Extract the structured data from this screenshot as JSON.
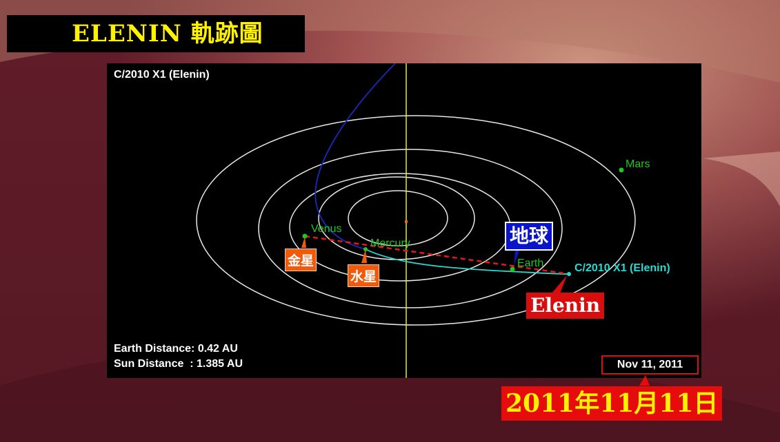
{
  "title": "ELENIN 軌跡圖",
  "panel": {
    "heading": "C/2010 X1 (Elenin)",
    "earth_distance": "Earth Distance: 0.42 AU",
    "sun_distance": "Sun Distance  : 1.385 AU",
    "date": "Nov 11, 2011"
  },
  "planets": {
    "venus": "Venus",
    "mercury": "Mercury",
    "earth": "Earth",
    "mars": "Mars"
  },
  "comet_label": "C/2010 X1 (Elenin)",
  "callouts": {
    "venus_zh": "金星",
    "mercury_zh": "水星",
    "earth_zh": "地球",
    "elenin": "Elenin",
    "date_zh": "2011年11月11日"
  },
  "colors": {
    "title_text": "#fff200",
    "planet_green": "#1ec81e",
    "comet_cyan": "#2ad9d0",
    "comet_path_blue": "#1a2ab8",
    "axis_yellow": "#e6e65a",
    "callout_red": "#d80e0e",
    "callout_orange": "#f05a0a",
    "callout_blue": "#0a14c8"
  }
}
